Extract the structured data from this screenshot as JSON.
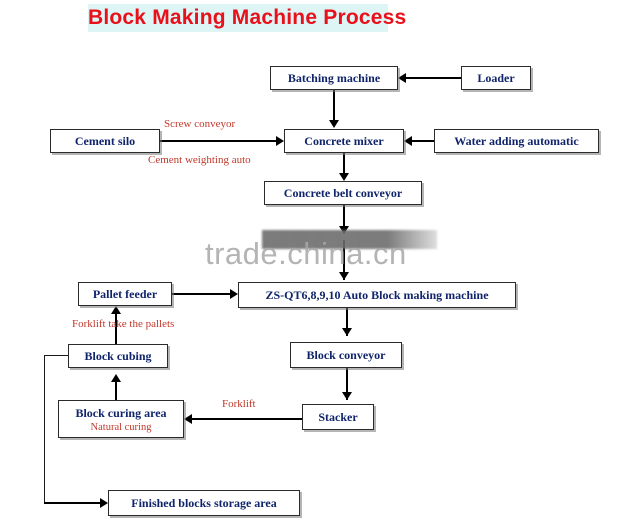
{
  "title": "Block Making Machine Process",
  "colors": {
    "title_text": "#e8101a",
    "title_highlight": "#ddf5f5",
    "node_text": "#10246b",
    "edge_label": "#c0392b",
    "line": "#000000",
    "watermark": "#a8a8a8"
  },
  "watermark": "trade.china.cn",
  "nodes": {
    "batching_machine": "Batching machine",
    "loader": "Loader",
    "cement_silo": "Cement silo",
    "concrete_mixer": "Concrete mixer",
    "water_adding_automatic": "Water adding automatic",
    "concrete_belt_conveyor": "Concrete belt conveyor",
    "pallet_feeder": "Pallet feeder",
    "block_making_machine": "ZS-QT6,8,9,10 Auto Block making machine",
    "block_conveyor": "Block conveyor",
    "block_cubing": "Block cubing",
    "block_curing_area": "Block curing area",
    "block_curing_area_sub": "Natural curing",
    "stacker": "Stacker",
    "finished_blocks_storage_area": "Finished blocks storage area"
  },
  "edge_labels": {
    "screw_conveyor": "Screw conveyor",
    "cement_weighting_auto": "Cement weighting auto",
    "forklift_take_the_pallets": "Forklift take the pallets",
    "forklift": "Forklift"
  },
  "chart_data": {
    "type": "diagram",
    "title": "Block Making Machine Process",
    "nodes": [
      "Batching machine",
      "Loader",
      "Cement silo",
      "Concrete mixer",
      "Water adding automatic",
      "Concrete belt conveyor",
      "Pallet feeder",
      "ZS-QT6,8,9,10 Auto Block making machine",
      "Block conveyor",
      "Block cubing",
      "Block curing area",
      "Stacker",
      "Finished blocks storage area"
    ],
    "edges": [
      {
        "from": "Loader",
        "to": "Batching machine",
        "label": ""
      },
      {
        "from": "Batching machine",
        "to": "Concrete mixer",
        "label": ""
      },
      {
        "from": "Cement silo",
        "to": "Concrete mixer",
        "label": "Screw conveyor / Cement weighting auto"
      },
      {
        "from": "Water adding automatic",
        "to": "Concrete mixer",
        "label": ""
      },
      {
        "from": "Concrete mixer",
        "to": "Concrete belt conveyor",
        "label": ""
      },
      {
        "from": "Concrete belt conveyor",
        "to": "ZS-QT6,8,9,10 Auto Block making machine",
        "label": ""
      },
      {
        "from": "Pallet feeder",
        "to": "ZS-QT6,8,9,10 Auto Block making machine",
        "label": ""
      },
      {
        "from": "ZS-QT6,8,9,10 Auto Block making machine",
        "to": "Block conveyor",
        "label": ""
      },
      {
        "from": "Block conveyor",
        "to": "Stacker",
        "label": ""
      },
      {
        "from": "Stacker",
        "to": "Block curing area",
        "label": "Forklift"
      },
      {
        "from": "Block curing area",
        "to": "Block cubing",
        "label": ""
      },
      {
        "from": "Block cubing",
        "to": "Pallet feeder",
        "label": "Forklift take the pallets"
      },
      {
        "from": "Block cubing",
        "to": "Finished blocks storage area",
        "label": ""
      }
    ]
  }
}
